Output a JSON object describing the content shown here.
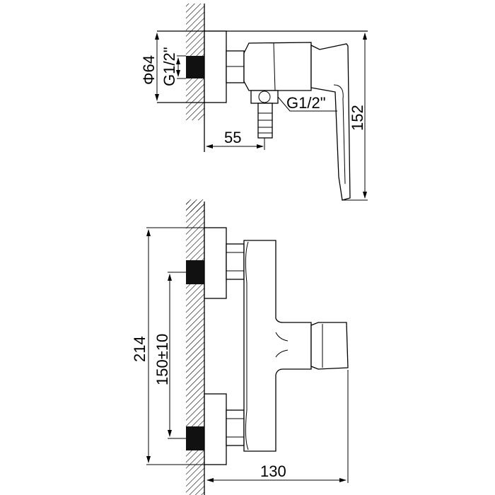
{
  "drawing": {
    "top_view": {
      "dim_diameter": "Φ64",
      "dim_inlet_thread": "G1/2\"",
      "dim_outlet_thread": "G1/2\"",
      "dim_depth": "55",
      "dim_height": "152"
    },
    "front_view": {
      "dim_total_height": "214",
      "dim_inlet_spacing": "150±10",
      "dim_projection": "130"
    }
  }
}
